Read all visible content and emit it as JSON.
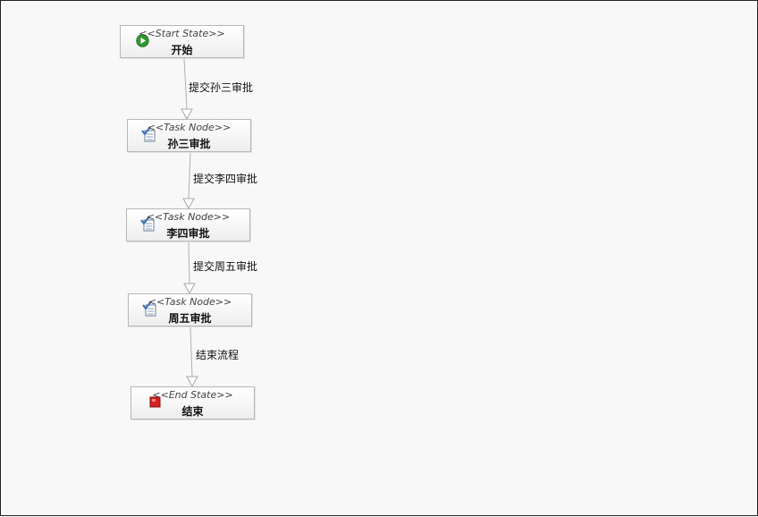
{
  "diagram": {
    "nodes": [
      {
        "id": "start",
        "stereotype": "<<Start State>>",
        "label": "开始",
        "icon": "start-play-icon"
      },
      {
        "id": "task1",
        "stereotype": "<<Task Node>>",
        "label": "孙三审批",
        "icon": "task-clipboard-icon"
      },
      {
        "id": "task2",
        "stereotype": "<<Task Node>>",
        "label": "李四审批",
        "icon": "task-clipboard-icon"
      },
      {
        "id": "task3",
        "stereotype": "<<Task Node>>",
        "label": "周五审批",
        "icon": "task-clipboard-icon"
      },
      {
        "id": "end",
        "stereotype": "<<End State>>",
        "label": "结束",
        "icon": "end-stop-icon"
      }
    ],
    "transitions": [
      {
        "from": "start",
        "to": "task1",
        "label": "提交孙三审批"
      },
      {
        "from": "task1",
        "to": "task2",
        "label": "提交李四审批"
      },
      {
        "from": "task2",
        "to": "task3",
        "label": "提交周五审批"
      },
      {
        "from": "task3",
        "to": "end",
        "label": "结束流程"
      }
    ],
    "colors": {
      "start_icon": "#2e9b2e",
      "end_icon": "#d42020",
      "task_icon": "#3c6fb5",
      "edge": "#b0b0b0"
    }
  }
}
